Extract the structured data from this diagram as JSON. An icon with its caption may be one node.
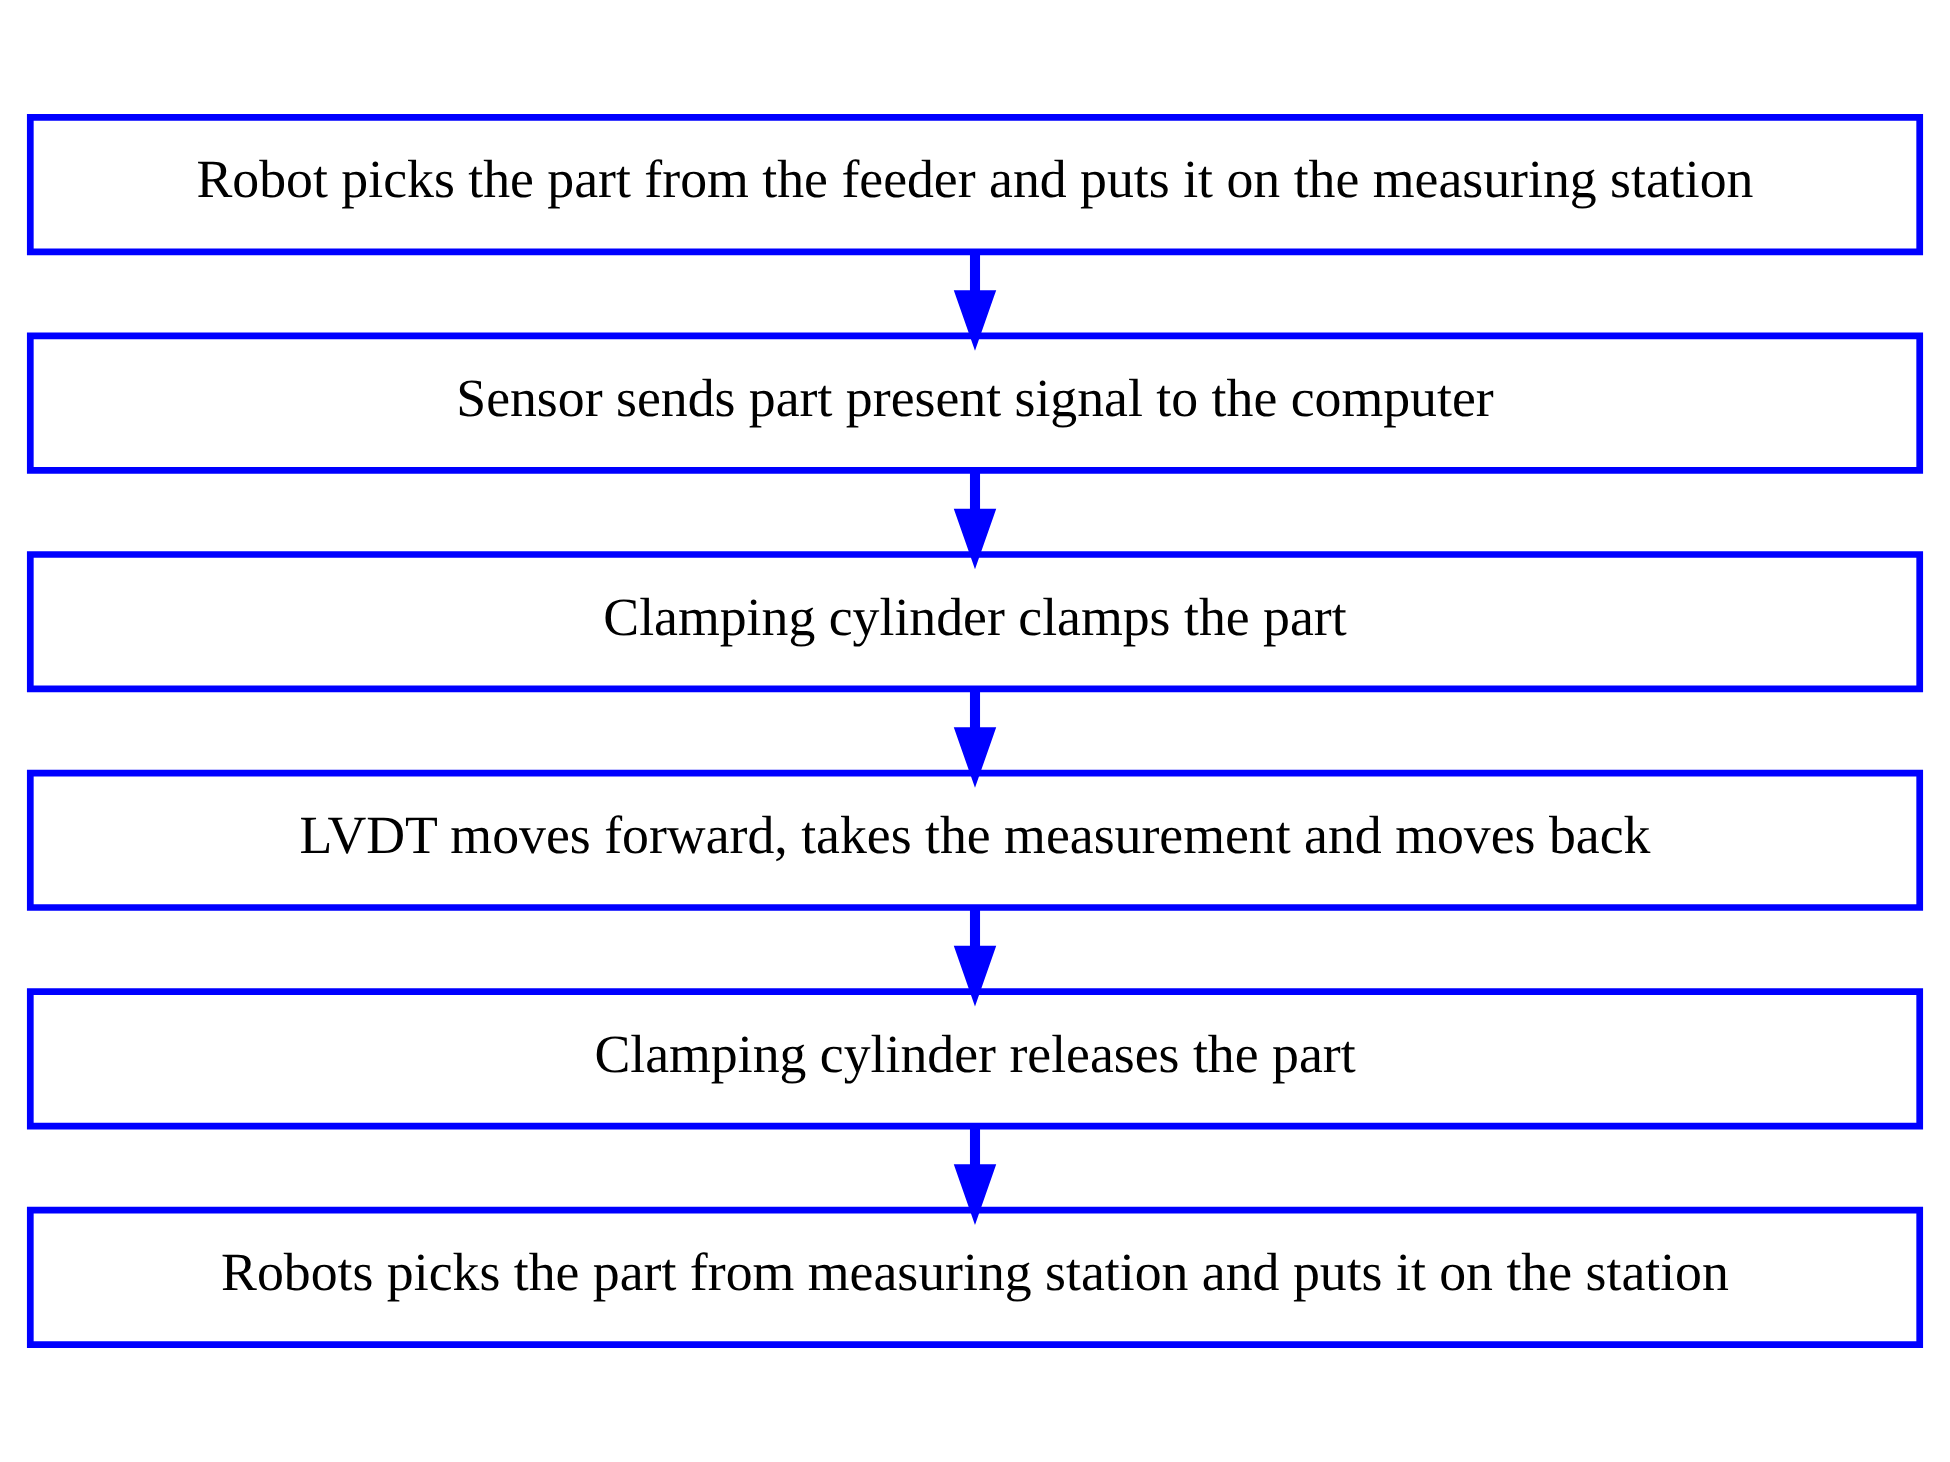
{
  "diagram": {
    "nodes": [
      {
        "text": [
          "Robot picks the part from the feeder and puts it on the measuring station"
        ]
      },
      {
        "text": [
          "Sensor sends part present signal to the computer"
        ]
      },
      {
        "text": [
          "Clamping cylinder clamps the part"
        ]
      },
      {
        "text": [
          "LVDT moves forward, takes the measurement and moves back"
        ]
      },
      {
        "text": [
          "Clamping cylinder releases the part"
        ]
      },
      {
        "text": [
          "Robots picks the part from measuring station and puts it on the station"
        ]
      }
    ],
    "edges": [
      {
        "from": 0,
        "to": 1,
        "arrow": "to"
      },
      {
        "from": 1,
        "to": 2,
        "arrow": "to"
      },
      {
        "from": 2,
        "to": 3,
        "arrow": "to"
      },
      {
        "from": 3,
        "to": 4,
        "arrow": "to"
      },
      {
        "from": 4,
        "to": 5,
        "arrow": "to"
      }
    ]
  }
}
